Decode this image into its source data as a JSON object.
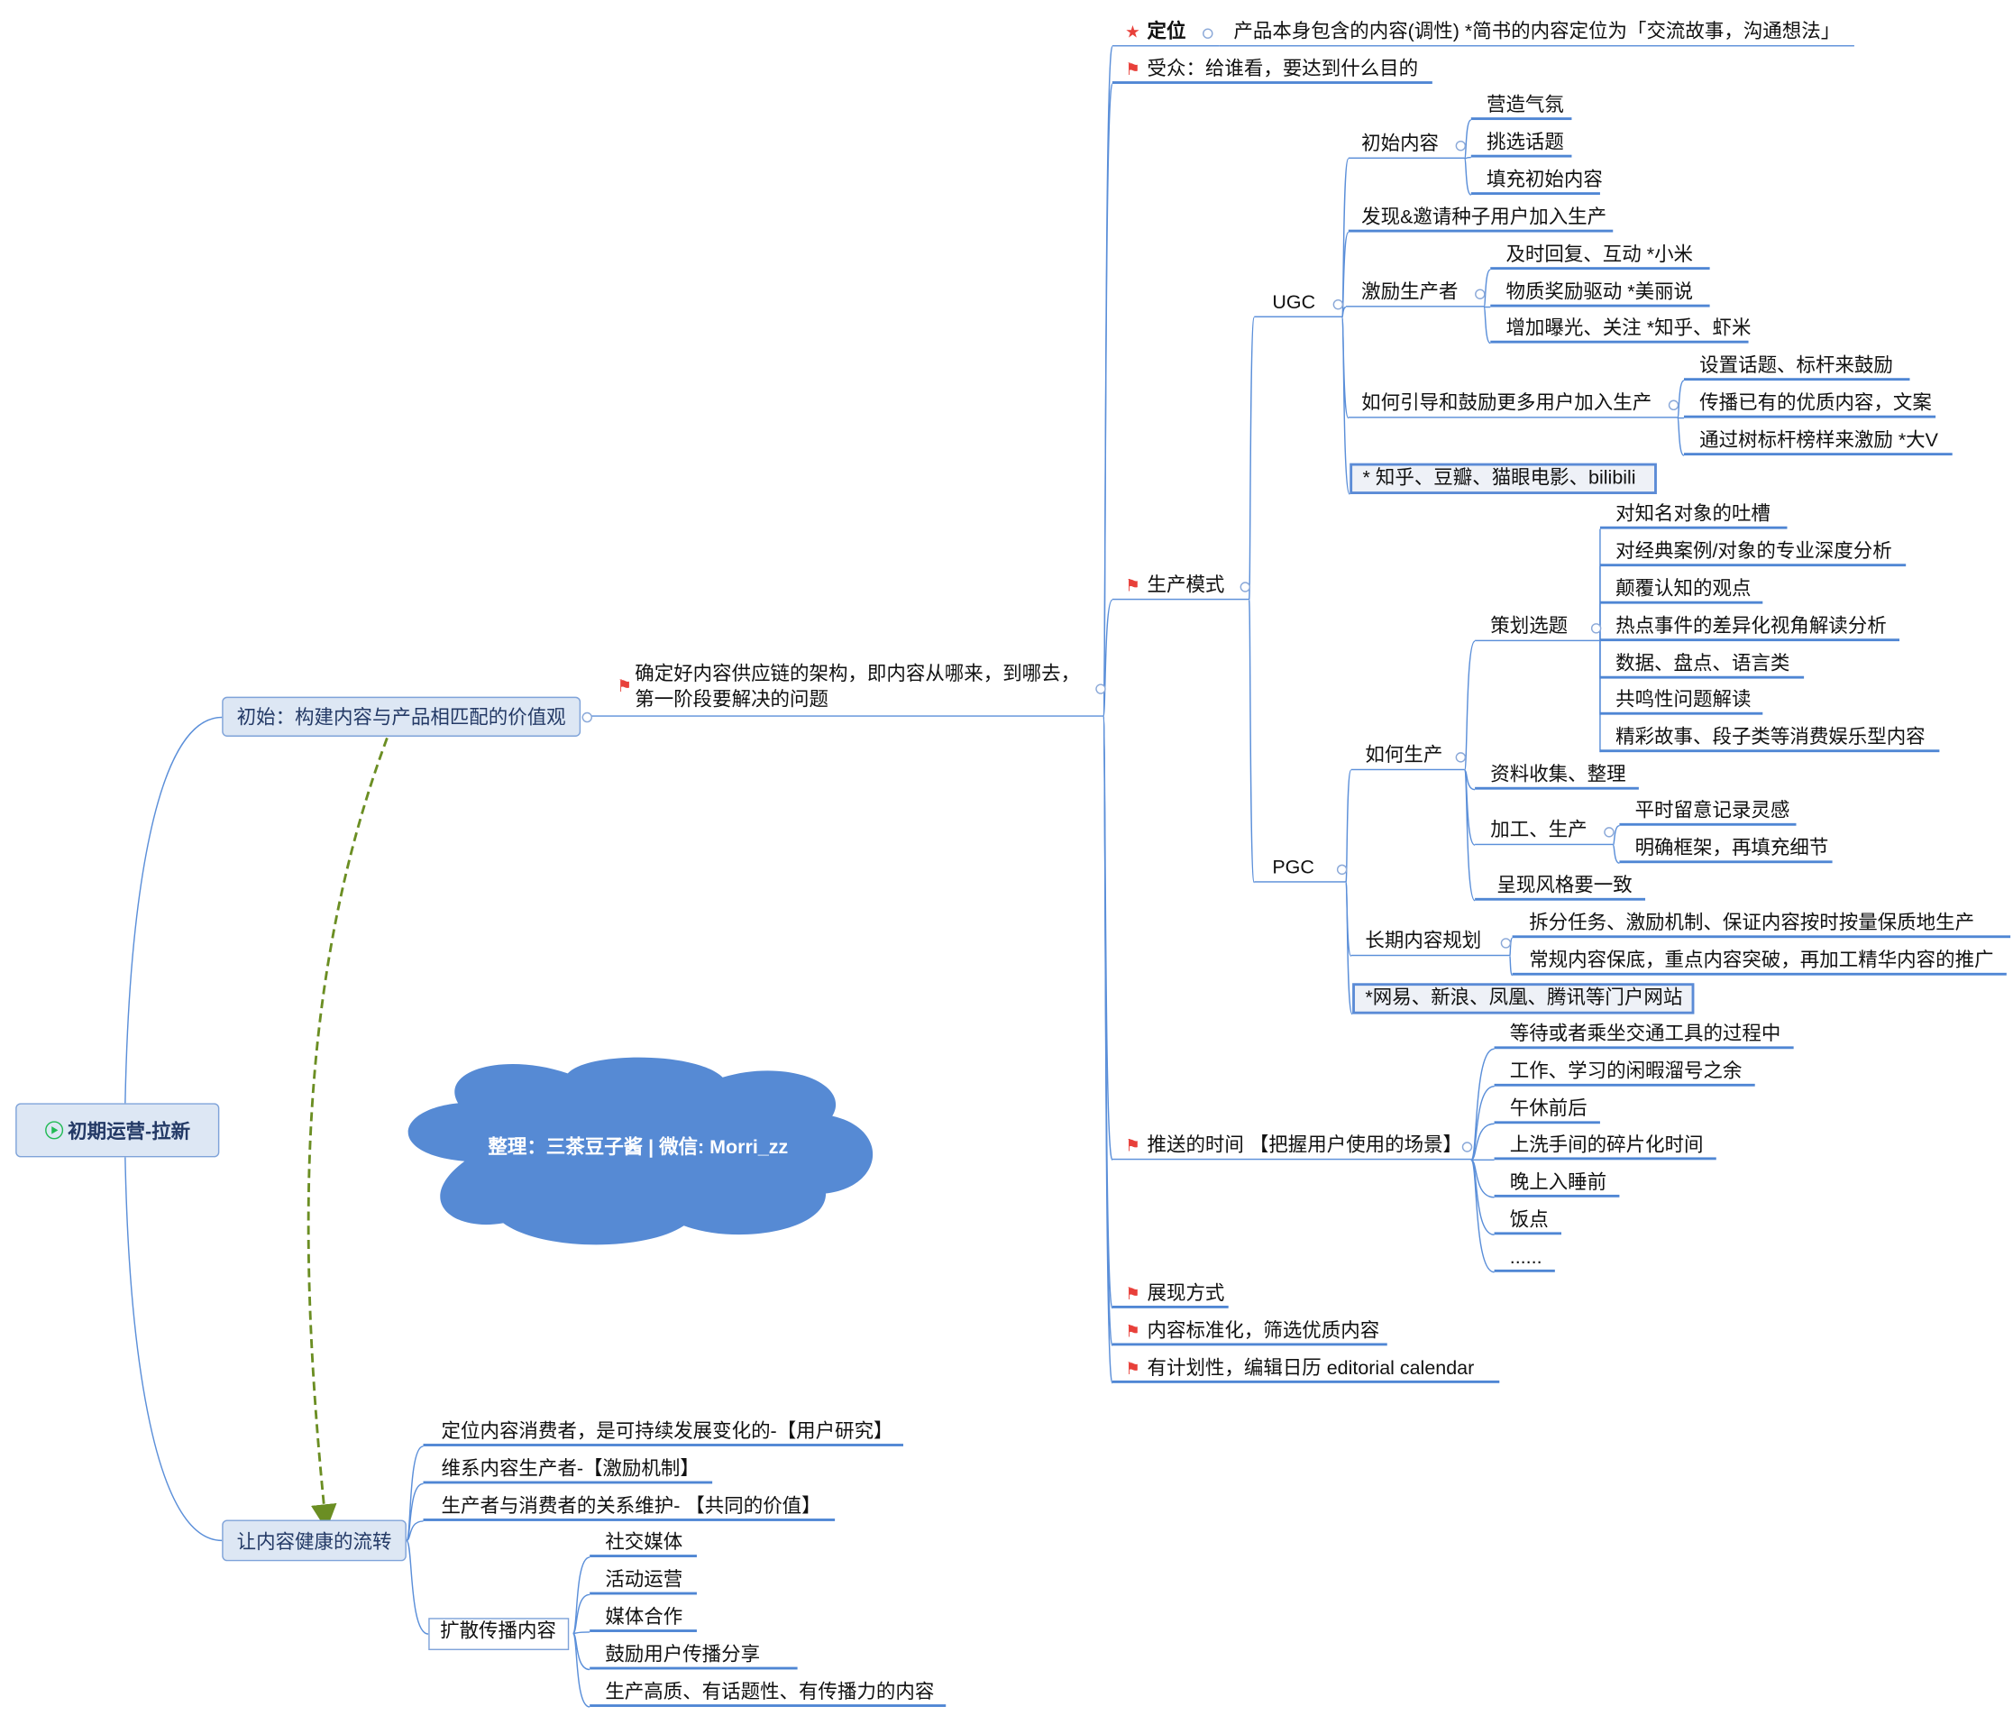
{
  "root": {
    "label": "初期运营-拉新",
    "icon": "play-circle-icon"
  },
  "branch_initial": {
    "label": "初始：构建内容与产品相匹配的价值观"
  },
  "branch_flow": {
    "label": "让内容健康的流转"
  },
  "center_note": {
    "line1": "确定好内容供应链的架构，即内容从哪来，到哪去，",
    "line2": "第一阶段要解决的问题",
    "icon": "flag-icon"
  },
  "watermark": "整理：三茶豆子酱 | 微信: Morri_zz",
  "nodes": {
    "dw": "定位",
    "dw_c": "产品本身包含的内容(调性) *简书的内容定位为「交流故事，沟通想法」",
    "sz": "受众：给谁看，要达到什么目的",
    "scms": "生产模式",
    "ugc": "UGC",
    "cs": "初始内容",
    "cs1": "营造气氛",
    "cs2": "挑选话题",
    "cs3": "填充初始内容",
    "fx": "发现&邀请种子用户加入生产",
    "jl": "激励生产者",
    "jl1": "及时回复、互动 *小米",
    "jl2": "物质奖励驱动 *美丽说",
    "jl3": "增加曝光、关注 *知乎、虾米",
    "yd": "如何引导和鼓励更多用户加入生产",
    "yd1": "设置话题、标杆来鼓励",
    "yd2": "传播已有的优质内容，文案",
    "yd3": "通过树标杆榜样来激励 *大V",
    "ugc_ex": "* 知乎、豆瓣、猫眼电影、bilibili",
    "pgc": "PGC",
    "rh": "如何生产",
    "ch": "策划选题",
    "ch1": "对知名对象的吐槽",
    "ch2": "对经典案例/对象的专业深度分析",
    "ch3": "颠覆认知的观点",
    "ch4": "热点事件的差异化视角解读分析",
    "ch5": "数据、盘点、语言类",
    "ch6": "共鸣性问题解读",
    "ch7": "精彩故事、段子类等消费娱乐型内容",
    "zl": "资料收集、整理",
    "jg": "加工、生产",
    "jg1": "平时留意记录灵感",
    "jg2": "明确框架，再填充细节",
    "fg": "呈现风格要一致",
    "cq": "长期内容规划",
    "cq1": "拆分任务、激励机制、保证内容按时按量保质地生产",
    "cq2": "常规内容保底，重点内容突破，再加工精华内容的推广",
    "pgc_ex": "*网易、新浪、凤凰、腾讯等门户网站",
    "ts": "推送的时间 【把握用户使用的场景】",
    "ts1": "等待或者乘坐交通工具的过程中",
    "ts2": "工作、学习的闲暇溜号之余",
    "ts3": "午休前后",
    "ts4": "上洗手间的碎片化时间",
    "ts5": "晚上入睡前",
    "ts6": "饭点",
    "ts7": "......",
    "zx": "展现方式",
    "bz": "内容标准化，筛选优质内容",
    "jh": "有计划性，编辑日历 editorial calendar",
    "lz1": "定位内容消费者，是可持续发展变化的-【用户研究】",
    "lz2": "维系内容生产者-【激励机制】",
    "lz3": "生产者与消费者的关系维护- 【共同的价值】",
    "ks": "扩散传播内容",
    "ks1": "社交媒体",
    "ks2": "活动运营",
    "ks3": "媒体合作",
    "ks4": "鼓励用户传播分享",
    "ks5": "生产高质、有话题性、有传播力的内容"
  },
  "colors": {
    "line": "#5b8fd9",
    "topic_fill": "#dde7f4",
    "cloud": "#568ad4",
    "flag": "#e8403a",
    "dashed_relation": "#6b8e23",
    "play_icon": "#22bb55"
  }
}
